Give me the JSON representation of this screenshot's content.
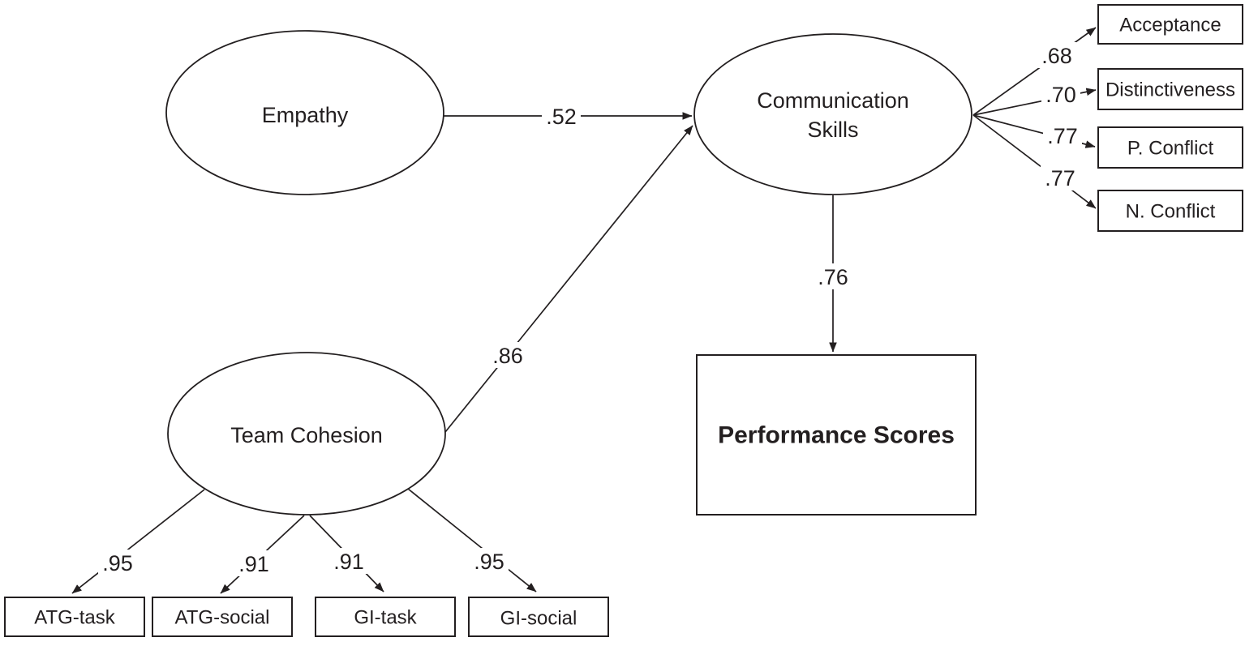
{
  "diagram": {
    "type": "structural-equation-model-path-diagram",
    "colors": {
      "background": "#ffffff",
      "line": "#231f20",
      "text": "#231f20",
      "node_fill": "#ffffff"
    },
    "latent_variables": {
      "empathy": {
        "label": "Empathy"
      },
      "communication": {
        "label_line1": "Communication",
        "label_line2": "Skills"
      },
      "cohesion": {
        "label": "Team Cohesion"
      }
    },
    "outcome": {
      "label": "Performance Scores"
    },
    "structural_paths": {
      "empathy_to_communication": {
        "coefficient": ".52"
      },
      "cohesion_to_communication": {
        "coefficient": ".86"
      },
      "communication_to_performance": {
        "coefficient": ".76"
      }
    },
    "communication_indicators": [
      {
        "label": "Acceptance",
        "loading": ".68"
      },
      {
        "label": "Distinctiveness",
        "loading": ".70"
      },
      {
        "label": "P. Conflict",
        "loading": ".77"
      },
      {
        "label": "N. Conflict",
        "loading": ".77"
      }
    ],
    "cohesion_indicators": [
      {
        "label": "ATG-task",
        "loading": ".95"
      },
      {
        "label": "ATG-social",
        "loading": ".91"
      },
      {
        "label": "GI-task",
        "loading": ".91"
      },
      {
        "label": "GI-social",
        "loading": ".95"
      }
    ]
  }
}
